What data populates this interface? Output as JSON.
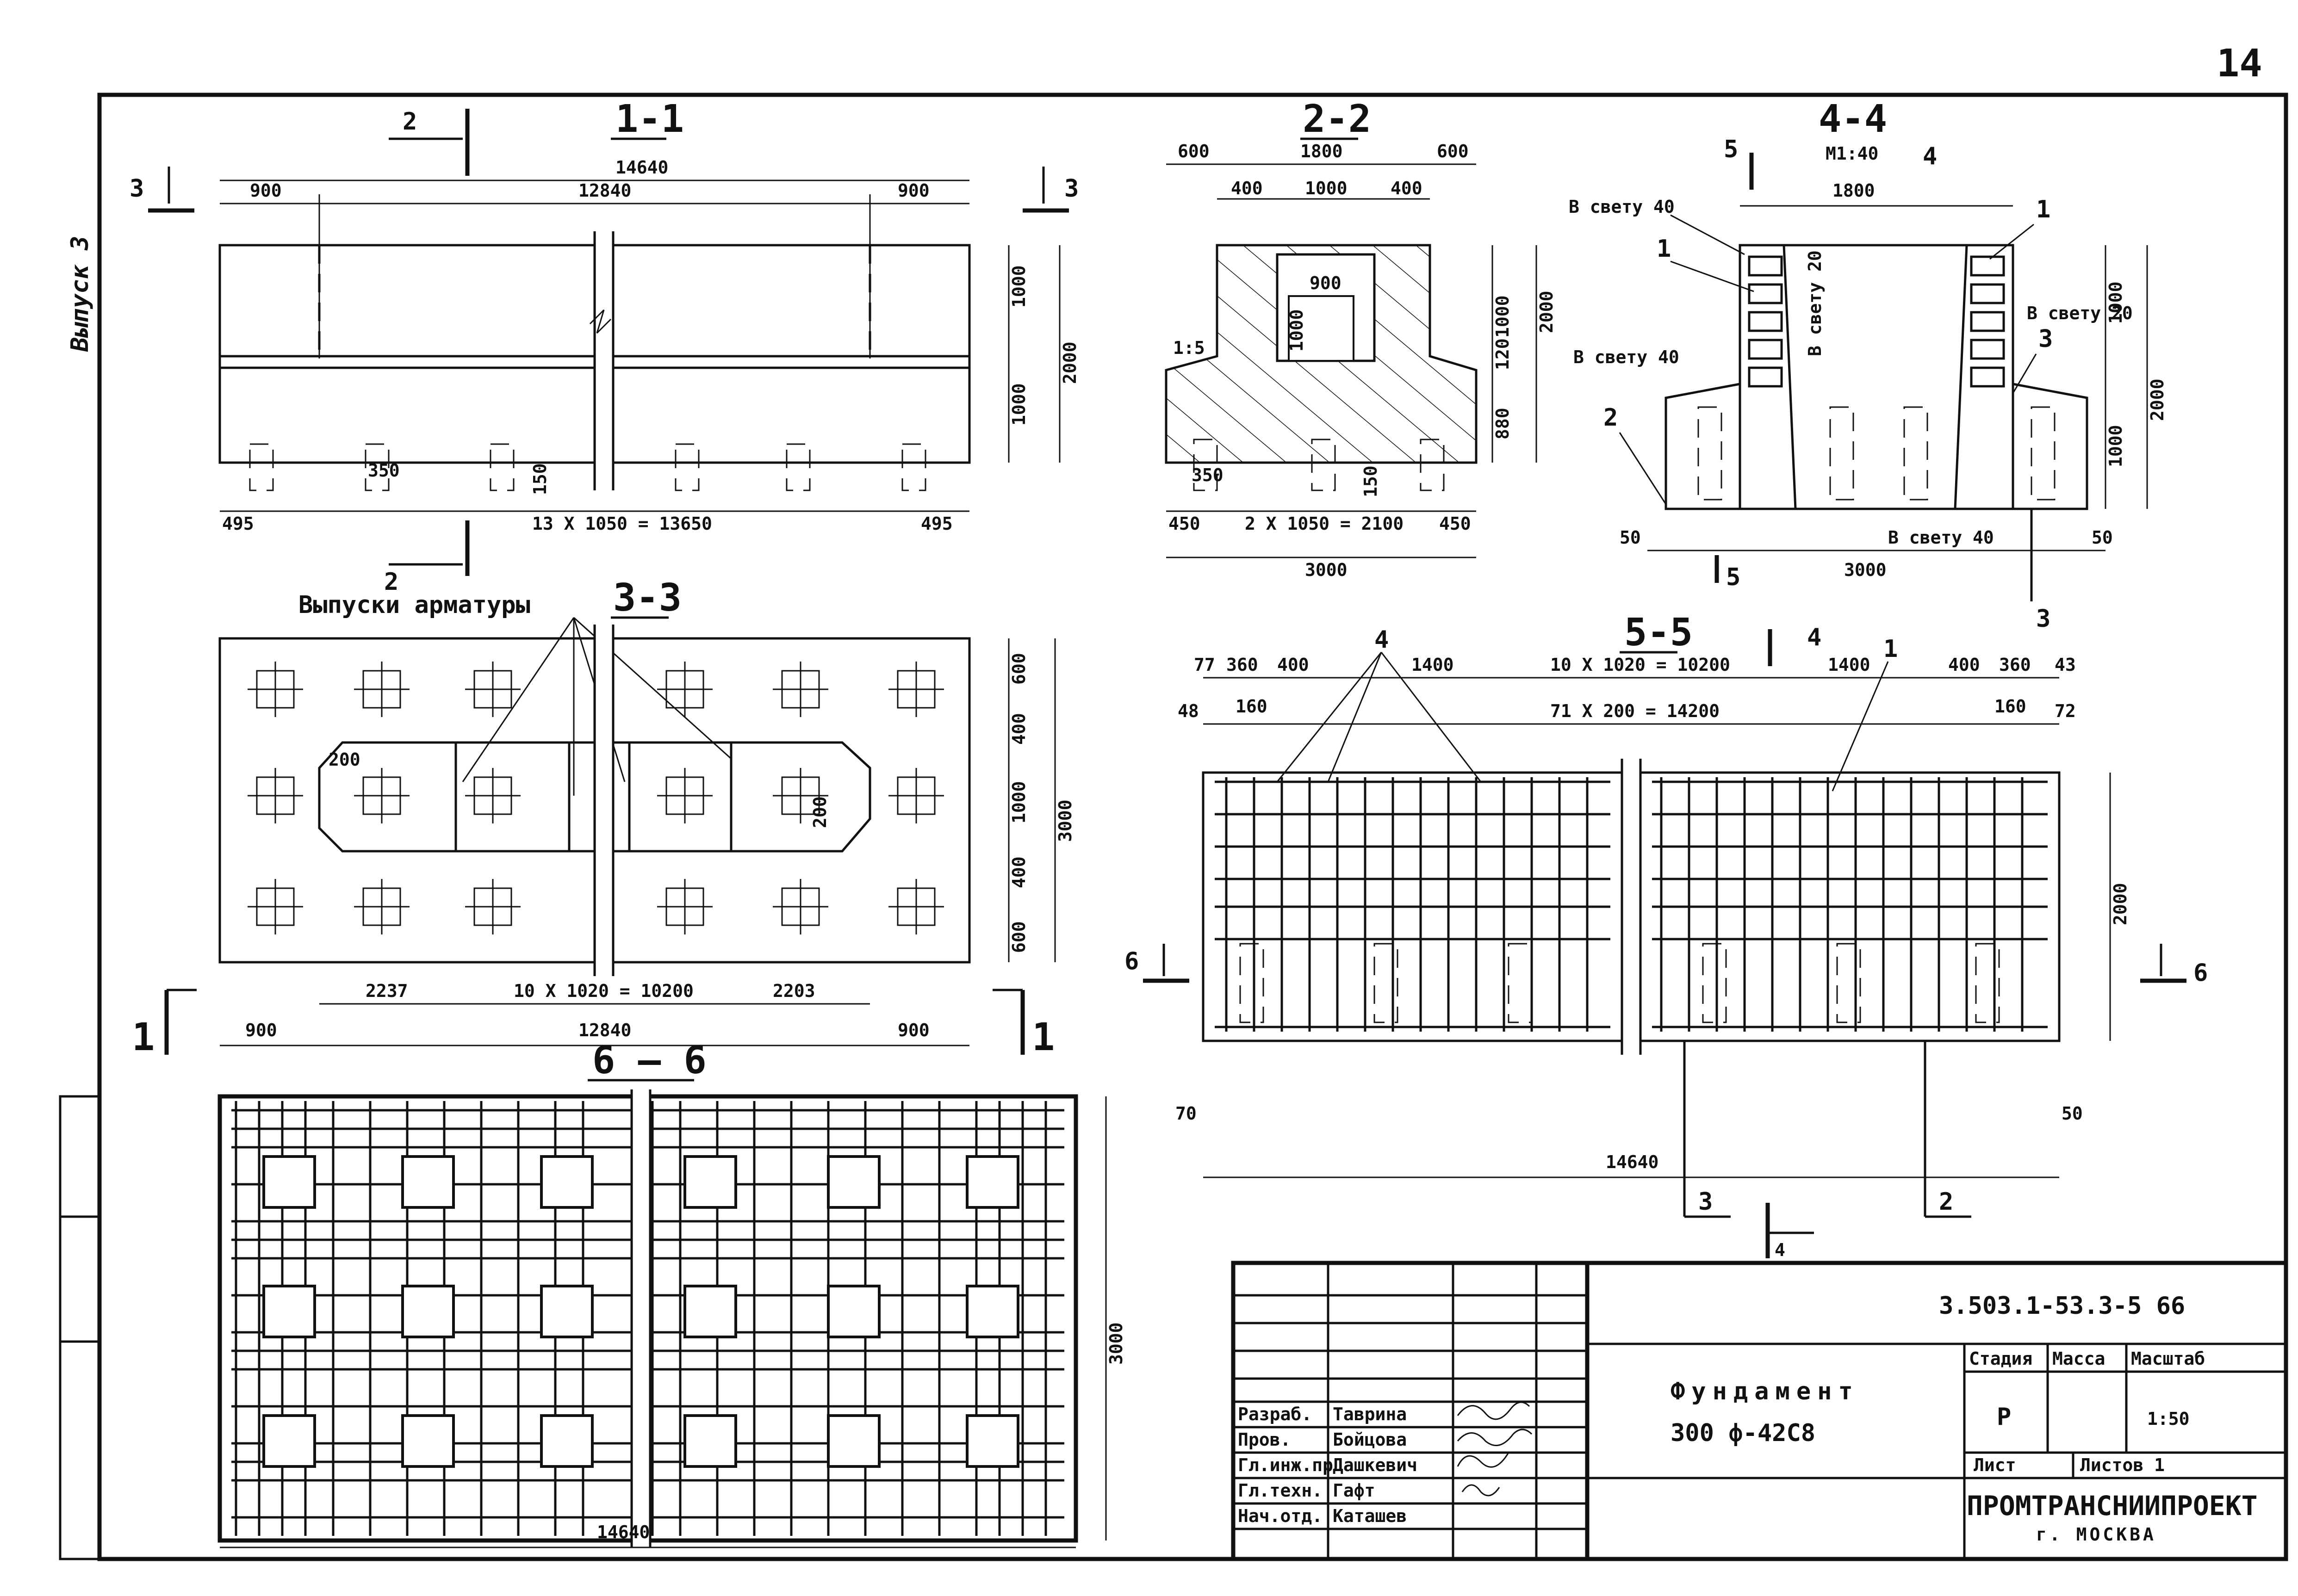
{
  "page_number": "14",
  "side_label": "Выпуск 3",
  "sections": {
    "s11": {
      "title": "1-1",
      "total": "14640",
      "spans": [
        "900",
        "12840",
        "900"
      ],
      "h_right": [
        "1000",
        "2000",
        "1000"
      ],
      "bottom_left": "495",
      "bottom_mid": "13 X 1050 = 13650",
      "bottom_right": "495",
      "small_a": "350",
      "small_b": "150",
      "cut_left_top": "2",
      "cut_left_bottom": "2",
      "cut_3": "3"
    },
    "s22": {
      "title": "2-2",
      "top": [
        "600",
        "1800",
        "600"
      ],
      "inner": [
        "400",
        "1000",
        "400"
      ],
      "hole": "900",
      "hole_v": "1000",
      "slope": "1:5",
      "right": [
        "1000",
        "120",
        "880"
      ],
      "right_total": "2000",
      "small_a": "350",
      "small_b": "150",
      "bottom": [
        "450",
        "2 X 1050 = 2100",
        "450"
      ],
      "total": "3000"
    },
    "s44": {
      "title": "4-4",
      "scale": "М1:40",
      "cut5": "5",
      "cut4": "4",
      "top": "1800",
      "notes": [
        "В свету 40",
        "В свету 40",
        "В свету 20",
        "В свету 20",
        "В свету 40"
      ],
      "callouts": [
        "1",
        "1",
        "2",
        "3"
      ],
      "right": [
        "1000",
        "1000",
        "2000"
      ],
      "left_small": "50",
      "right_small": "50",
      "bottom": "3000",
      "cut3": "3"
    },
    "s33": {
      "title": "3-3",
      "note": "Выпуски арматуры",
      "right": [
        "600",
        "400",
        "1000",
        "400",
        "600"
      ],
      "right_total": "3000",
      "d200a": "200",
      "d200b": "200",
      "bottom": [
        "2237",
        "10 X 1020 = 10200",
        "2203"
      ],
      "spans": [
        "900",
        "12840",
        "900"
      ],
      "cut1": "1"
    },
    "s55": {
      "title": "5-5",
      "top_left": [
        "77",
        "360",
        "400",
        "1400"
      ],
      "top_mid": "10 X 1020 = 10200",
      "top_right": [
        "1400",
        "400",
        "360",
        "43"
      ],
      "row2_left": [
        "48",
        "160"
      ],
      "row2_mid": "71 X 200 = 14200",
      "row2_right": [
        "160",
        "72"
      ],
      "callout4": "4",
      "callout1": "1",
      "height": "2000",
      "cut6": "6",
      "left_small": "70",
      "right_small": "50",
      "total": "14640",
      "cut3": "3",
      "cut2": "2",
      "cut4": "4"
    },
    "s66": {
      "title": "6 — 6",
      "height": "3000",
      "total": "14640"
    }
  },
  "title_block": {
    "doc_code": "3.503.1-53.3-5 66",
    "title_line1": "Фундамент",
    "title_line2": "300 ф-42С8",
    "headers": [
      "Стадия",
      "Масса",
      "Масштаб"
    ],
    "stage": "Р",
    "mass": "",
    "scale": "1:50",
    "sheet": "Лист",
    "sheets": "Листов 1",
    "company": "ПРОМТРАНСНИИПРОЕКТ",
    "city": "г. МОСКВА",
    "people": [
      {
        "role": "Разраб.",
        "name": "Таврина"
      },
      {
        "role": "Пров.",
        "name": "Бойцова"
      },
      {
        "role": "Гл.инж.пр",
        "name": "Дашкевич"
      },
      {
        "role": "Гл.техн.",
        "name": "Гафт"
      },
      {
        "role": "Нач.отд.",
        "name": "Каташев"
      }
    ]
  }
}
